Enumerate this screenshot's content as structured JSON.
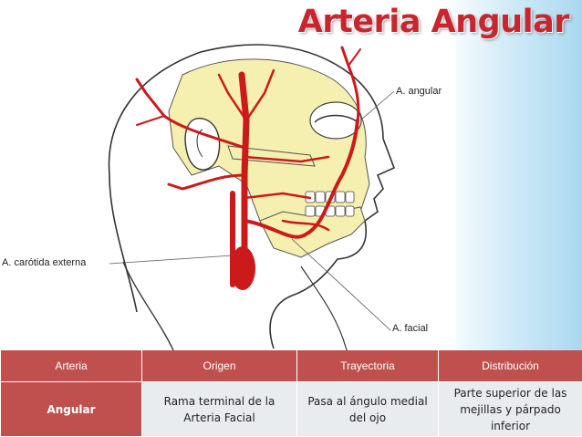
{
  "title": "Arteria Angular",
  "labels": {
    "angular": "A. angular",
    "carotida": "A. carótida externa",
    "facial": "A. facial"
  },
  "table": {
    "headers": [
      "Arteria",
      "Origen",
      "Trayectoria",
      "Distribución"
    ],
    "row": [
      "Angular",
      "Rama terminal de la Arteria Facial",
      "Pasa al ángulo medial del ojo",
      "Parte superior de las mejillas y párpado inferior"
    ]
  },
  "colors": {
    "title": "#c8262f",
    "header_bg": "#c0504d",
    "cell_bg": "#e9ecef",
    "artery": "#cc1a1a",
    "bone": "#f5efb0"
  }
}
